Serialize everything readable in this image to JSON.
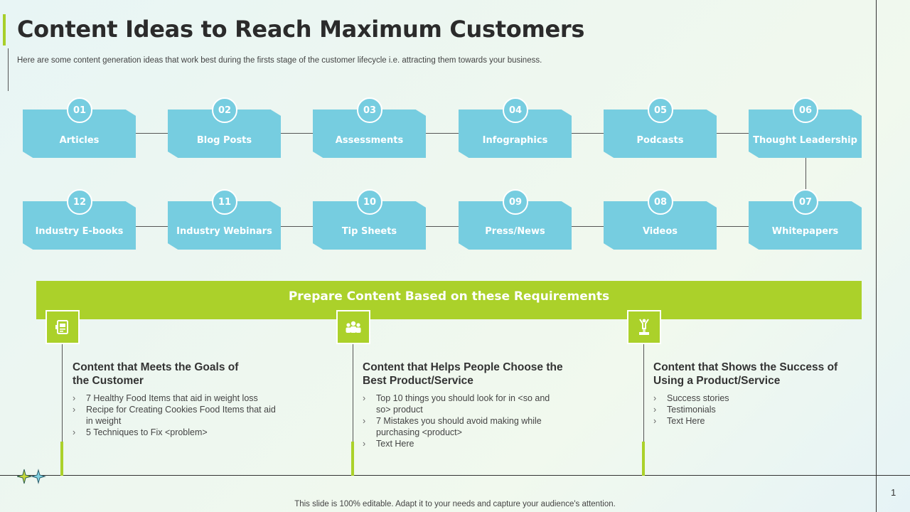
{
  "header": {
    "title": "Content Ideas to Reach Maximum Customers",
    "subtitle": "Here are some content generation ideas that work best during the firsts stage of the customer lifecycle i.e. attracting them towards your business."
  },
  "steps": [
    {
      "num": "01",
      "label": "Articles"
    },
    {
      "num": "02",
      "label": "Blog Posts"
    },
    {
      "num": "03",
      "label": "Assessments"
    },
    {
      "num": "04",
      "label": "Infographics"
    },
    {
      "num": "05",
      "label": "Podcasts"
    },
    {
      "num": "06",
      "label": "Thought Leadership"
    },
    {
      "num": "07",
      "label": "Whitepapers"
    },
    {
      "num": "08",
      "label": "Videos"
    },
    {
      "num": "09",
      "label": "Press/News"
    },
    {
      "num": "10",
      "label": "Tip Sheets"
    },
    {
      "num": "11",
      "label": "Industry Webinars"
    },
    {
      "num": "12",
      "label": "Industry E-books"
    }
  ],
  "requirements": {
    "banner": "Prepare Content Based on these Requirements",
    "columns": [
      {
        "icon": "document-icon",
        "title": "Content that Meets the Goals of the Customer",
        "items": [
          "7 Healthy Food Items that aid in weight loss",
          "Recipe for Creating Cookies Food Items that aid in weight",
          "5 Techniques to Fix <problem>"
        ]
      },
      {
        "icon": "group-icon",
        "title": "Content that Helps People Choose the Best Product/Service",
        "items": [
          "Top 10 things you should look for in <so and so> product",
          "7 Mistakes you should avoid making while purchasing <product>",
          "Text Here"
        ]
      },
      {
        "icon": "podium-icon",
        "title": "Content that Shows the Success of Using a Product/Service",
        "items": [
          "Success stories",
          "Testimonials",
          "Text Here"
        ]
      }
    ]
  },
  "footer": {
    "note": "This slide is 100% editable. Adapt it to your needs and capture your audience's attention.",
    "page_number": "1"
  },
  "colors": {
    "box_blue": "#76cde0",
    "accent_green": "#abd12a"
  }
}
